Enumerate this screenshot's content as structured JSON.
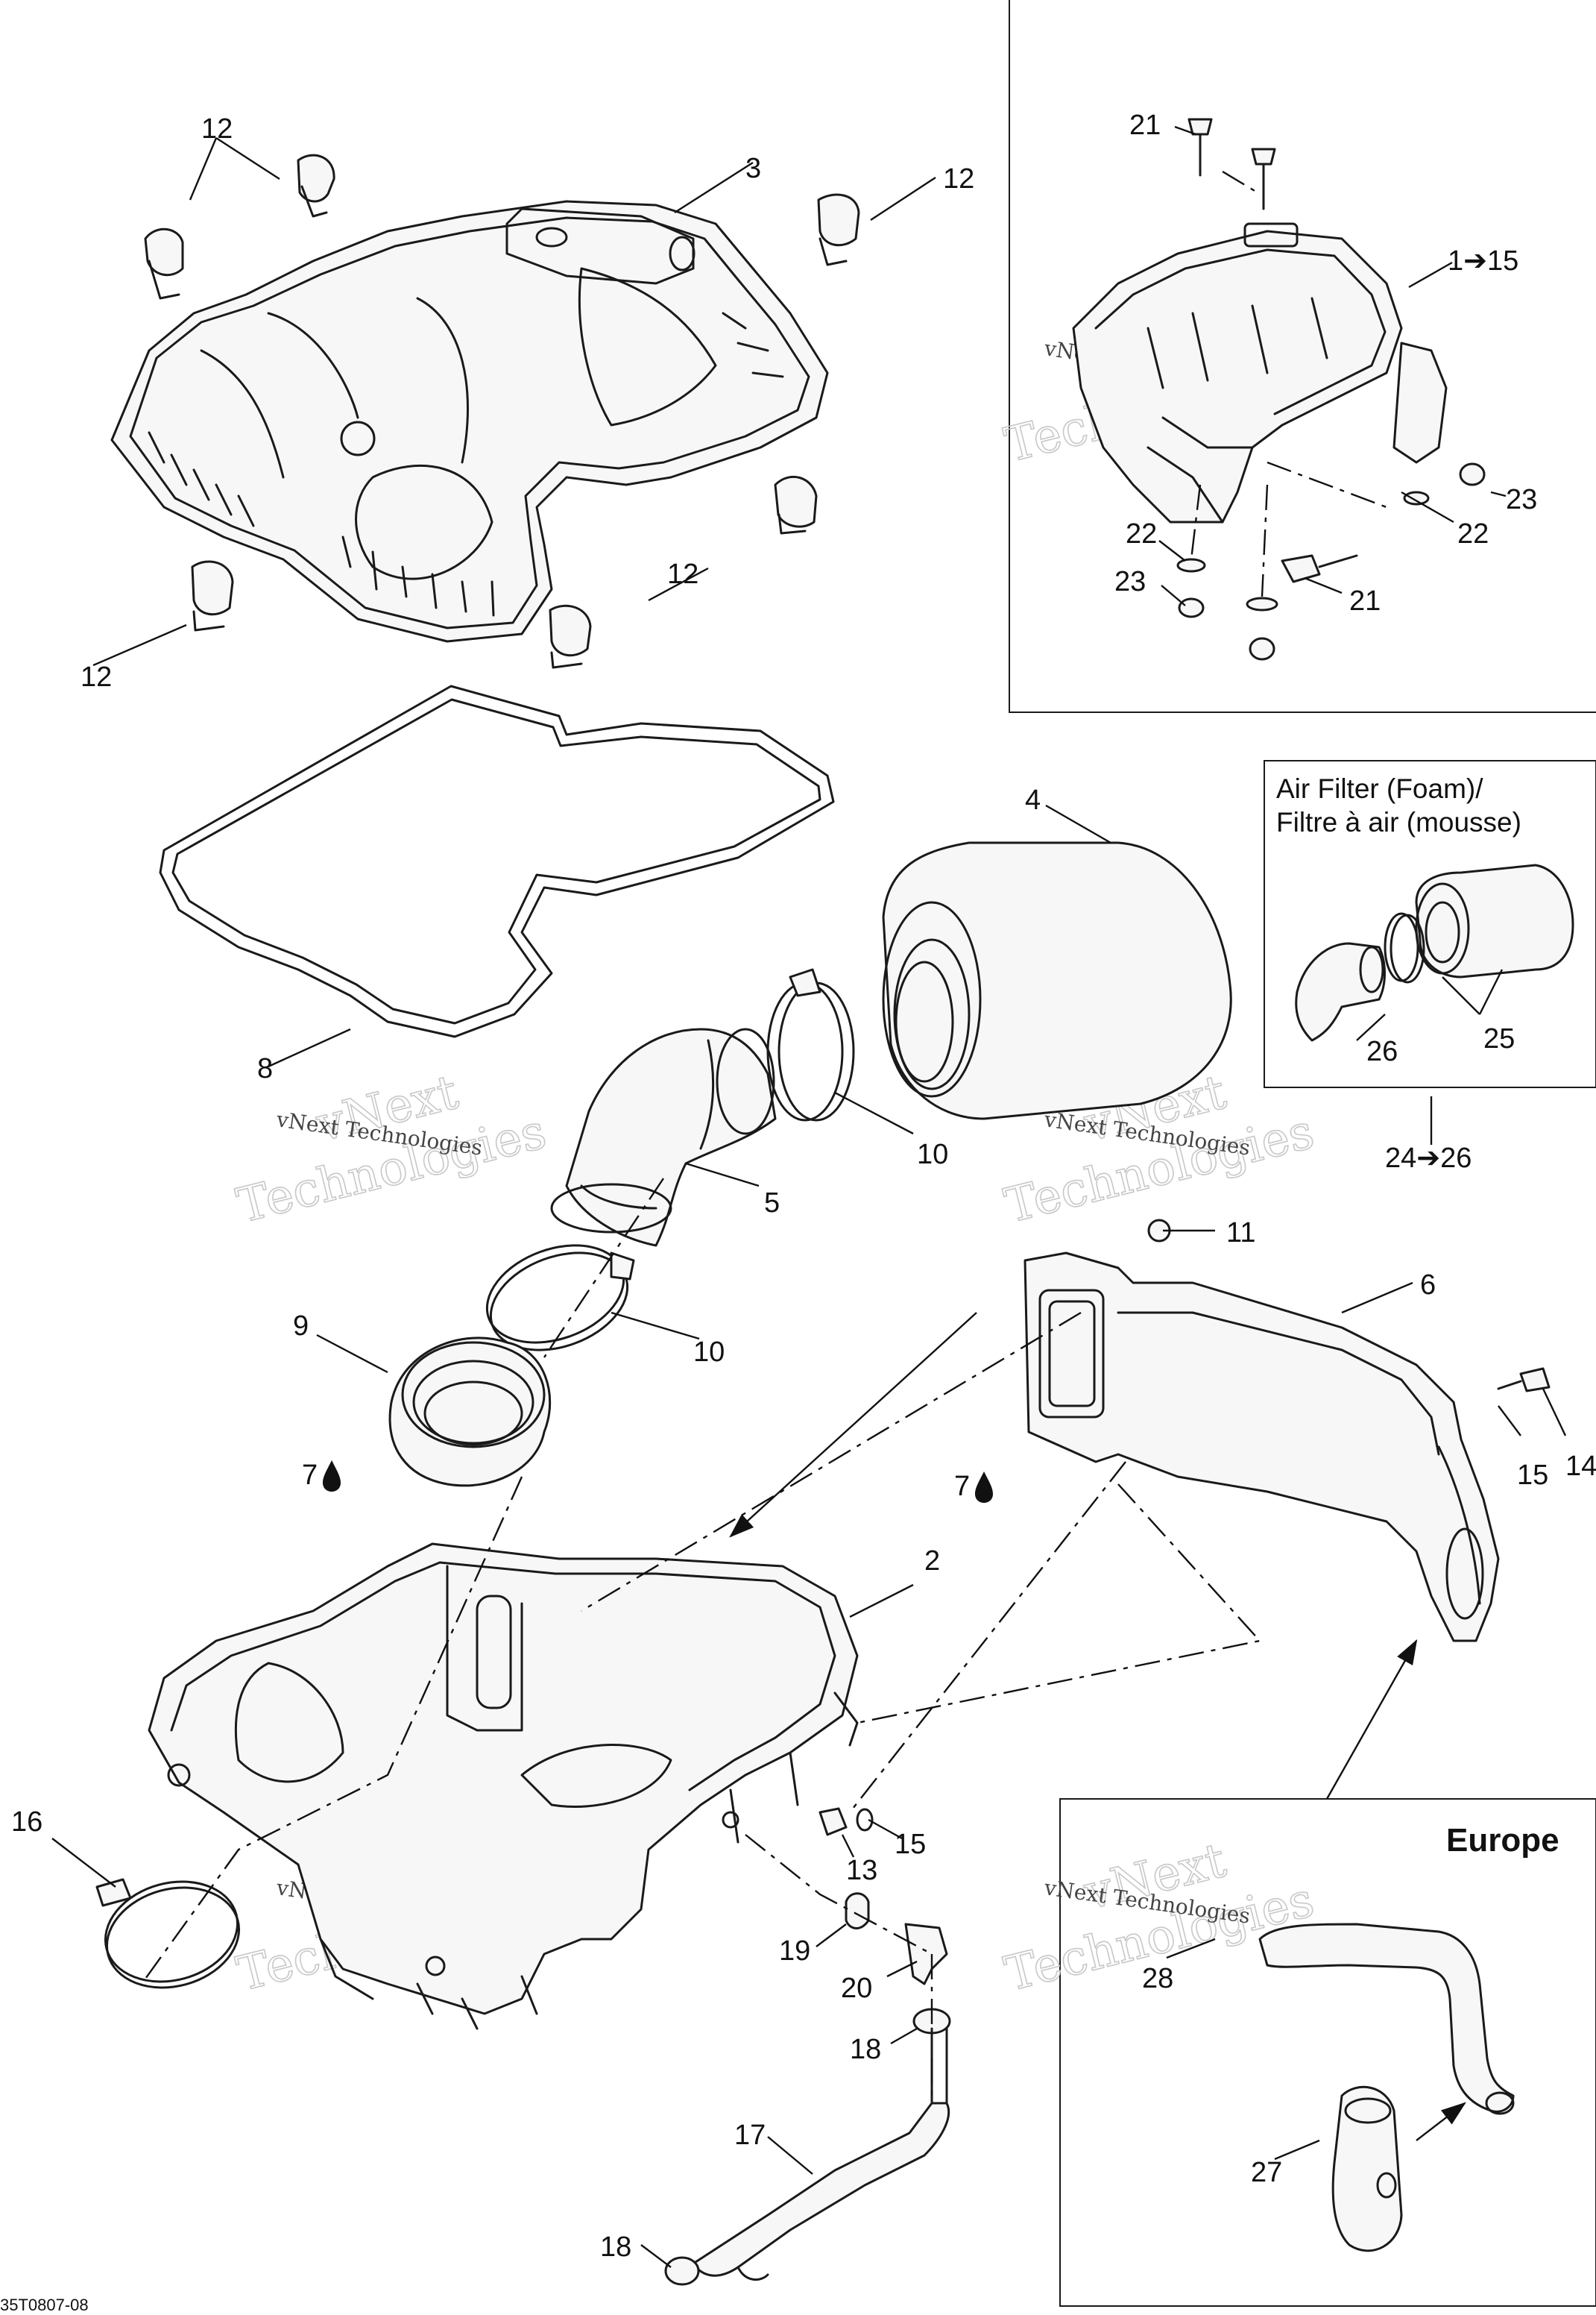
{
  "watermark": {
    "brand": "vNext",
    "full": "vNext Technologies",
    "large": "Technologies"
  },
  "callouts": [
    {
      "id": "c12a",
      "text": "12"
    },
    {
      "id": "c12b",
      "text": "12"
    },
    {
      "id": "c12c",
      "text": "12"
    },
    {
      "id": "c12d",
      "text": "12"
    },
    {
      "id": "c3",
      "text": "3"
    },
    {
      "id": "c21a",
      "text": "21"
    },
    {
      "id": "c1to15",
      "text": "1➔15"
    },
    {
      "id": "c22a",
      "text": "22"
    },
    {
      "id": "c22b",
      "text": "22"
    },
    {
      "id": "c23a",
      "text": "23"
    },
    {
      "id": "c23b",
      "text": "23"
    },
    {
      "id": "c21b",
      "text": "21"
    },
    {
      "id": "c4",
      "text": "4"
    },
    {
      "id": "c8",
      "text": "8"
    },
    {
      "id": "c10a",
      "text": "10"
    },
    {
      "id": "c5",
      "text": "5"
    },
    {
      "id": "c26",
      "text": "26"
    },
    {
      "id": "c25",
      "text": "25"
    },
    {
      "id": "c24to26",
      "text": "24➔26"
    },
    {
      "id": "c11",
      "text": "11"
    },
    {
      "id": "c6",
      "text": "6"
    },
    {
      "id": "c10b",
      "text": "10"
    },
    {
      "id": "c9",
      "text": "9"
    },
    {
      "id": "c7a",
      "text": "7"
    },
    {
      "id": "c7b",
      "text": "7"
    },
    {
      "id": "c15a",
      "text": "15"
    },
    {
      "id": "c14",
      "text": "14"
    },
    {
      "id": "c2",
      "text": "2"
    },
    {
      "id": "c16",
      "text": "16"
    },
    {
      "id": "c13",
      "text": "13"
    },
    {
      "id": "c15b",
      "text": "15"
    },
    {
      "id": "c19",
      "text": "19"
    },
    {
      "id": "c20",
      "text": "20"
    },
    {
      "id": "c18a",
      "text": "18"
    },
    {
      "id": "c17",
      "text": "17"
    },
    {
      "id": "c18b",
      "text": "18"
    },
    {
      "id": "c28",
      "text": "28"
    },
    {
      "id": "c27",
      "text": "27"
    }
  ],
  "inset_foam": {
    "title_line1": "Air Filter (Foam)/",
    "title_line2": "Filtre à air (mousse)"
  },
  "inset_europe": {
    "label": "Europe"
  },
  "drawing_code": "35T0807-08"
}
